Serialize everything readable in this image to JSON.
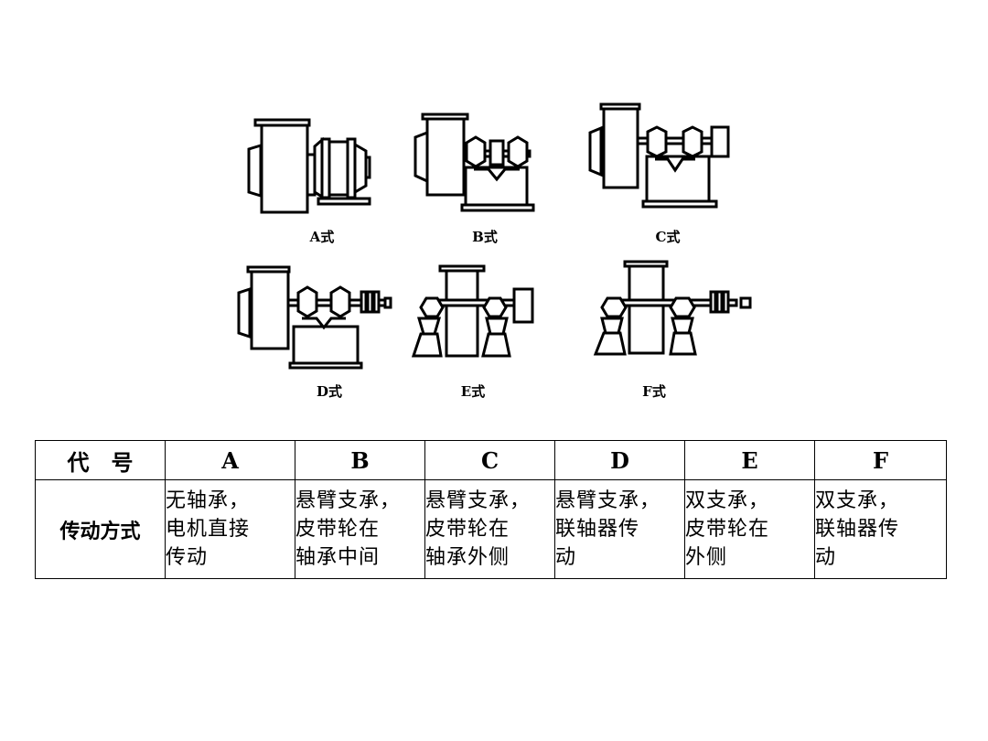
{
  "diagram": {
    "captions": {
      "A": "A式",
      "B": "B式",
      "C": "C式",
      "D": "D式",
      "E": "E式",
      "F": "F式"
    }
  },
  "table": {
    "header_label": "代　号",
    "columns": [
      "A",
      "B",
      "C",
      "D",
      "E",
      "F"
    ],
    "row_label": "传动方式",
    "descriptions": [
      [
        "无轴承，",
        "电机直接",
        "传动"
      ],
      [
        "悬臂支承，",
        "皮带轮在",
        "轴承中间"
      ],
      [
        "悬臂支承，",
        "皮带轮在",
        "轴承外侧"
      ],
      [
        "悬臂支承，",
        "联轴器传",
        "动"
      ],
      [
        "双支承，",
        "皮带轮在",
        "外侧"
      ],
      [
        "双支承，",
        "联轴器传",
        "动"
      ]
    ]
  }
}
